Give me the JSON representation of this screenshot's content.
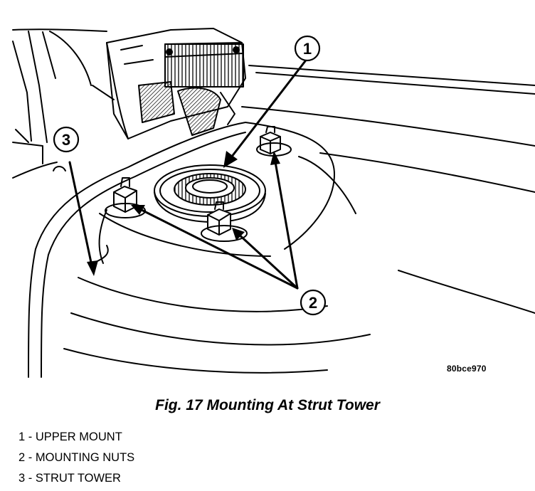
{
  "figure": {
    "callouts": [
      {
        "number": "1"
      },
      {
        "number": "2"
      },
      {
        "number": "3"
      }
    ],
    "image_code": "80bce970"
  },
  "caption": "Fig. 17 Mounting At Strut Tower",
  "legend": [
    {
      "number": "1",
      "separator": " - ",
      "label": "UPPER MOUNT"
    },
    {
      "number": "2",
      "separator": " - ",
      "label": "MOUNTING NUTS"
    },
    {
      "number": "3",
      "separator": " - ",
      "label": "STRUT TOWER"
    }
  ]
}
